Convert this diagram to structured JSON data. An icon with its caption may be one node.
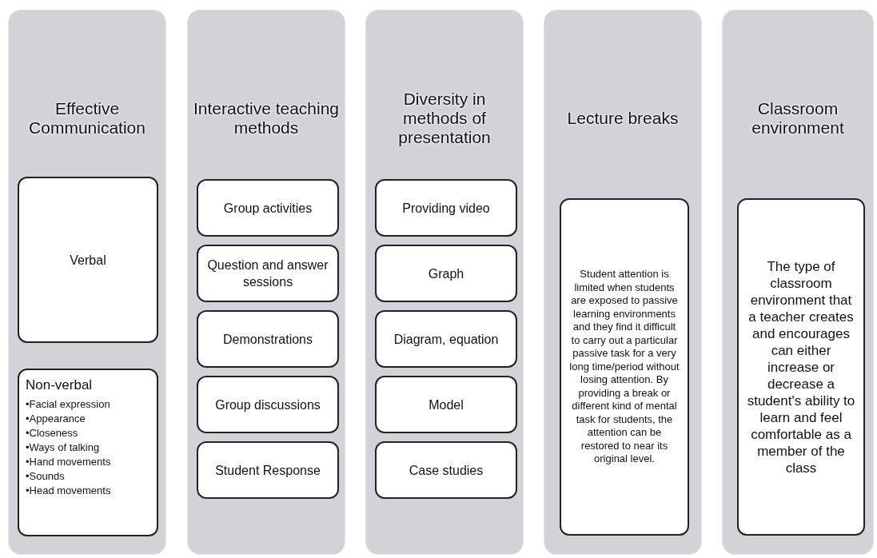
{
  "diagram": {
    "nodes": [
      {
        "text": [
          "Effective Communication"
        ]
      },
      {
        "text": [
          "Verbal"
        ],
        "in": 0
      },
      {
        "text": [
          "Non-verbal",
          "•Facial expression",
          "•Appearance",
          "•Closeness",
          "•Ways of talking",
          "•Hand movements",
          "•Sounds",
          "•Head movements"
        ],
        "in": 0
      },
      {
        "text": [
          "Interactive teaching methods"
        ]
      },
      {
        "text": [
          "Group activities"
        ],
        "in": 3
      },
      {
        "text": [
          "Question and answer sessions"
        ],
        "in": 3
      },
      {
        "text": [
          "Demonstrations"
        ],
        "in": 3
      },
      {
        "text": [
          "Group discussions"
        ],
        "in": 3
      },
      {
        "text": [
          "Student Response"
        ],
        "in": 3
      },
      {
        "text": [
          "Diversity in methods of presentation"
        ]
      },
      {
        "text": [
          "Providing video"
        ],
        "in": 9
      },
      {
        "text": [
          "Graph"
        ],
        "in": 9
      },
      {
        "text": [
          "Diagram, equation"
        ],
        "in": 9
      },
      {
        "text": [
          "Model"
        ],
        "in": 9
      },
      {
        "text": [
          "Case studies"
        ],
        "in": 9
      },
      {
        "text": [
          "Lecture breaks"
        ]
      },
      {
        "text": [
          "Student attention is limited when students are exposed to passive learning environments and they find it difficult to carry out a particular passive task for a very long time/period without losing attention. By providing a break or different kind of mental task for students, the attention can be restored to near its original level."
        ],
        "in": 15
      },
      {
        "text": [
          "Classroom environment"
        ]
      },
      {
        "text": [
          "The type of classroom environment that a teacher creates and encourages can either increase or decrease a student's ability to learn and feel comfortable as a member of the class"
        ],
        "in": 17
      }
    ]
  }
}
